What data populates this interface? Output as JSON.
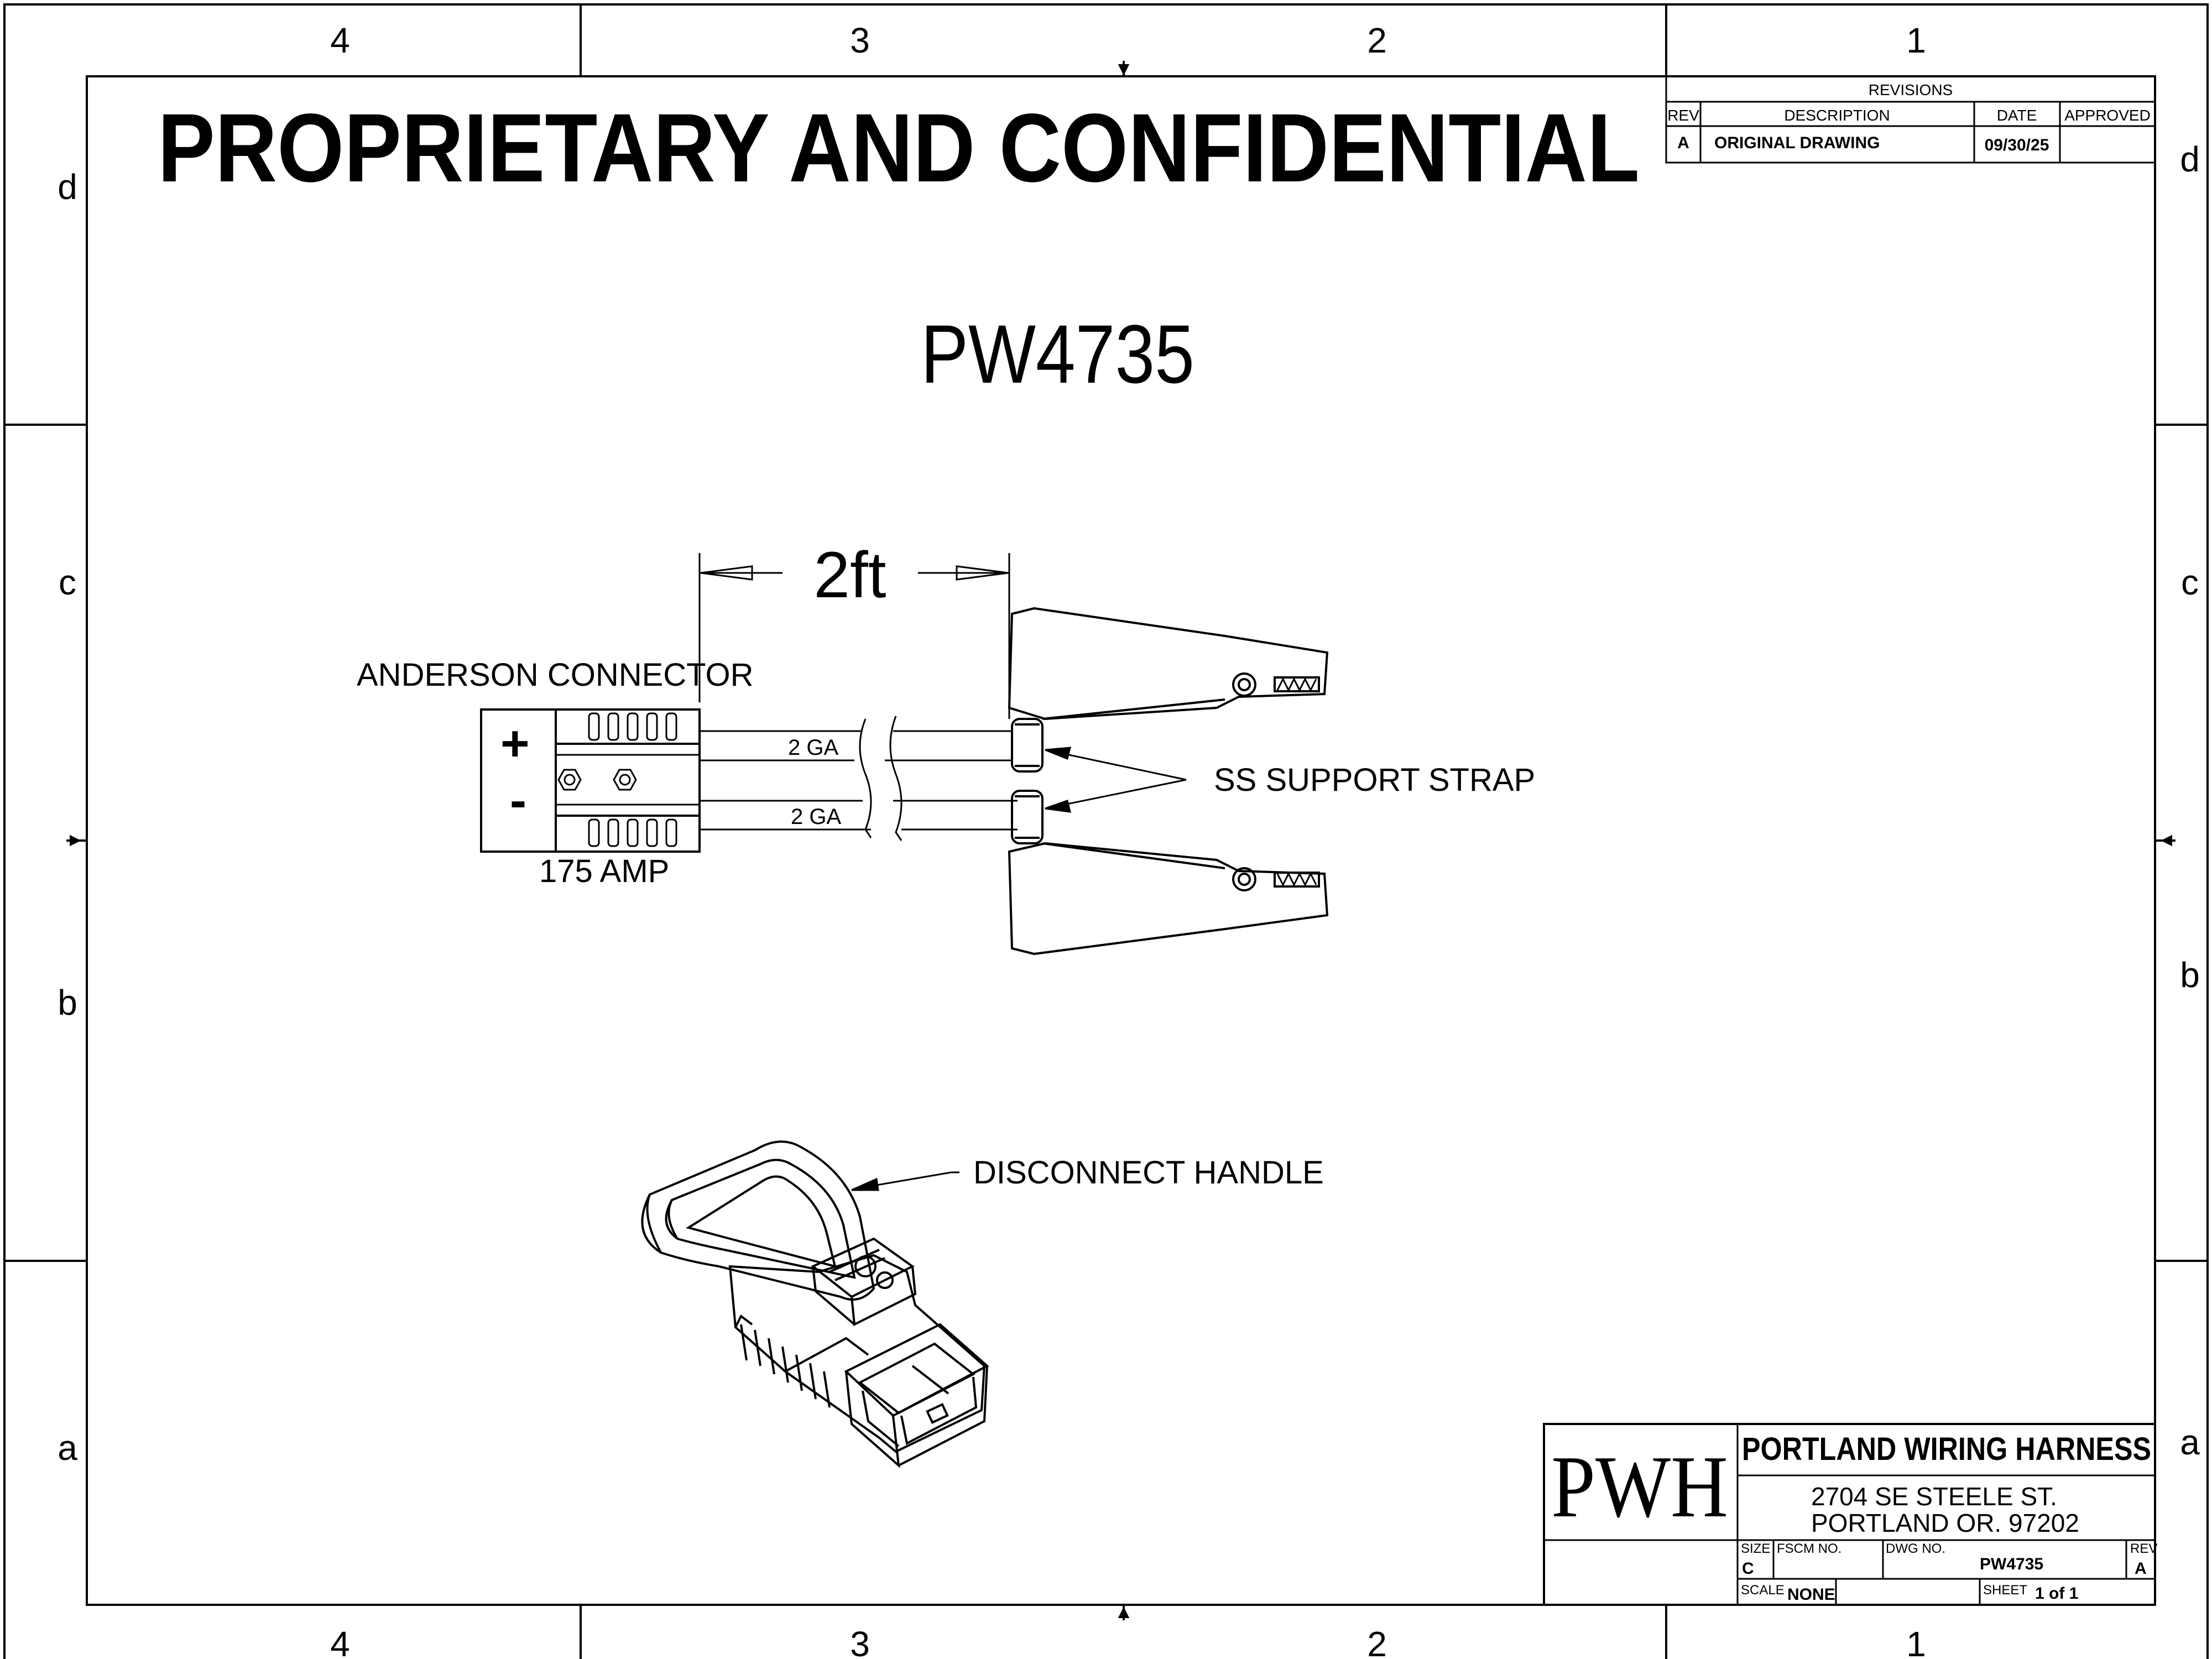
{
  "banner": "PROPRIETARY AND CONFIDENTIAL",
  "part_number": "PW4735",
  "zones": {
    "columns": [
      "4",
      "3",
      "2",
      "1"
    ],
    "rows": [
      "d",
      "c",
      "b",
      "a"
    ]
  },
  "revisions": {
    "title": "REVISIONS",
    "headers": {
      "rev": "REV",
      "description": "DESCRIPTION",
      "date": "DATE",
      "approved": "APPROVED"
    },
    "rows": [
      {
        "rev": "A",
        "description": "ORIGINAL DRAWING",
        "date": "09/30/25",
        "approved": ""
      }
    ]
  },
  "labels": {
    "dimension": "2ft",
    "connector": "ANDERSON CONNECTOR",
    "plus": "+",
    "minus": "-",
    "rating": "175 AMP",
    "wire_top": "2 GA",
    "wire_bottom": "2 GA",
    "strap": "SS SUPPORT STRAP",
    "handle": "DISCONNECT HANDLE"
  },
  "title_block": {
    "logo": "PWH",
    "company": "PORTLAND WIRING HARNESS",
    "address_line1": "2704 SE STEELE ST.",
    "address_line2": "PORTLAND OR. 97202",
    "size_label": "SIZE",
    "size": "C",
    "fscm_label": "FSCM NO.",
    "dwg_label": "DWG NO.",
    "dwg_no": "PW4735",
    "rev_label": "REV",
    "rev": "A",
    "scale_label": "SCALE",
    "scale": "NONE",
    "sheet_label": "SHEET",
    "sheet": "1 of 1"
  }
}
